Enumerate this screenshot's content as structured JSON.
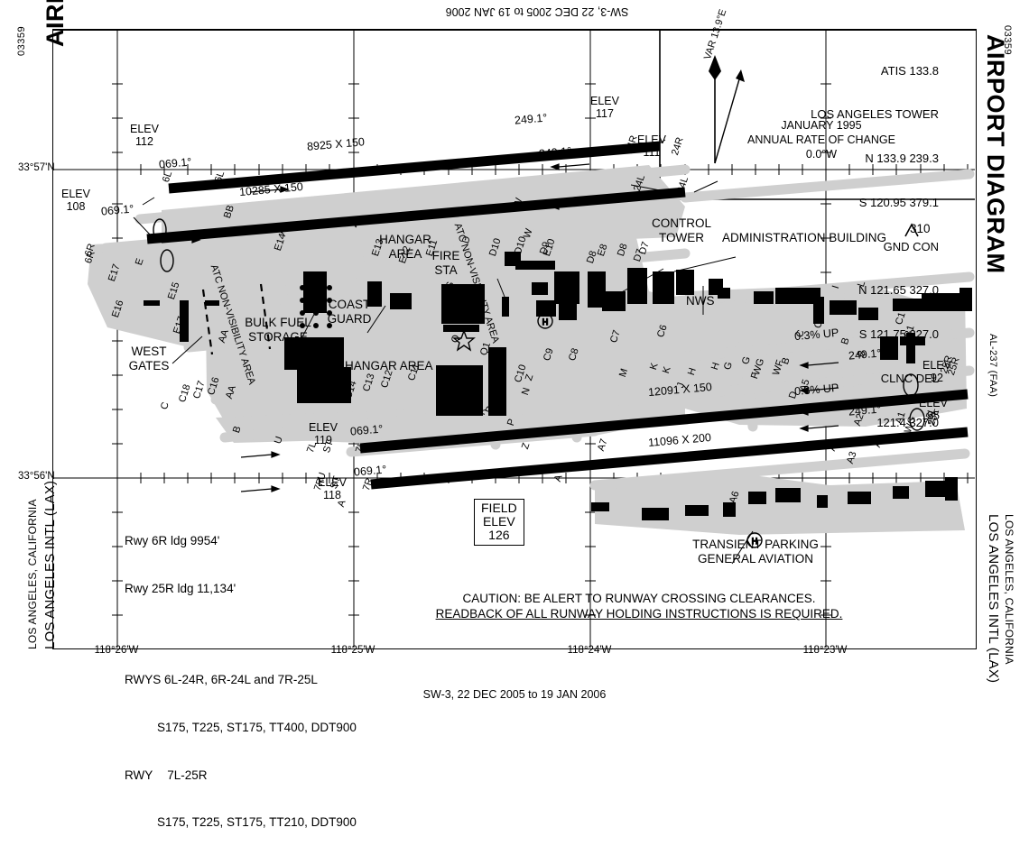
{
  "page": {
    "header_top": "SW-3, 22 DEC 2005 to 19 JAN 2006",
    "footer": "SW-3, 22 DEC 2005 to 19 JAN 2006",
    "chart_id": "03359",
    "approach_id": "AL-237 (FAA)",
    "title": "AIRPORT DIAGRAM",
    "city_state": "LOS ANGELES, CALIFORNIA",
    "airport": "LOS ANGELES INTL (LAX)"
  },
  "communications": {
    "atis_label": "ATIS 133.8",
    "tower_name": "LOS ANGELES TOWER",
    "tower_north": "N 133.9 239.3",
    "tower_south": "S 120.95 379.1",
    "gnd_con_label": "GND CON",
    "gnd_north": "N 121.65 327.0",
    "gnd_south": "S 121.75 327.0",
    "clnc_del_label": "CLNC DEL",
    "clnc_del_freq": "121.4 327.0"
  },
  "variation": {
    "var_text": "VAR 13.9°E",
    "epoch": "JANUARY 1995",
    "rate_label": "ANNUAL RATE OF CHANGE",
    "rate_value": "0.0°W"
  },
  "field": {
    "field_elev_label1": "FIELD",
    "field_elev_label2": "ELEV",
    "field_elev_value": "126",
    "control_tower_elev": "310"
  },
  "notes": {
    "ldg_6r": "Rwy 6R ldg 9954'",
    "ldg_25r": "Rwy 25R ldg 11,134'",
    "rwys_group1": "RWYS 6L-24R, 6R-24L and 7R-25L",
    "rwys_group1_strength": "S175, T225, ST175, TT400, DDT900",
    "rwy_group2_a": "RWY",
    "rwy_group2_b": "7L-25R",
    "rwys_group2_strength": "S175, T225, ST175, TT210, DDT900"
  },
  "caution": {
    "line1": "CAUTION: BE ALERT TO RUNWAY CROSSING CLEARANCES.",
    "line2": "READBACK OF ALL RUNWAY HOLDING INSTRUCTIONS IS REQUIRED."
  },
  "facilities": [
    {
      "name": "CONTROL TOWER",
      "line1": "CONTROL",
      "line2": "TOWER"
    },
    {
      "name": "ADMINISTRATION BUILDING",
      "line1": "ADMINISTRATION BUILDING",
      "line2": ""
    },
    {
      "name": "NWS",
      "line1": "NWS",
      "line2": ""
    },
    {
      "name": "BULK FUEL STORAGE",
      "line1": "BULK FUEL",
      "line2": "STORAGE"
    },
    {
      "name": "COAST GUARD",
      "line1": "COAST",
      "line2": "GUARD"
    },
    {
      "name": "HANGAR AREA",
      "line1": "HANGAR",
      "line2": "AREA"
    },
    {
      "name": "HANGAR AREA 2",
      "line1": "HANGAR AREA",
      "line2": ""
    },
    {
      "name": "FIRE STA",
      "line1": "FIRE",
      "line2": "STA"
    },
    {
      "name": "WEST GATES",
      "line1": "WEST",
      "line2": "GATES"
    },
    {
      "name": "TRANSIENT PARKING",
      "line1": "TRANSIENT PARKING",
      "line2": "GENERAL AVIATION"
    }
  ],
  "area_labels": {
    "atc_nonvis_left": "ATC NON-VISIBILITY AREA",
    "atc_nonvis_center": "ATC NON-VISIBILITY AREA"
  },
  "runways": [
    {
      "id": "6L-24R",
      "dims": "8925 X 150",
      "hdg_left": "069.1°",
      "hdg_right": "249.1°",
      "elev_left_label": "ELEV",
      "elev_left": "112",
      "elev_right_label": "ELEV",
      "elev_right": "117",
      "end_left": "6L",
      "end_right": "24R"
    },
    {
      "id": "6R-24L",
      "dims": "10285 X 150",
      "hdg_left": "069.1°",
      "hdg_right": "249.1°",
      "elev_left_label": "ELEV",
      "elev_left": "108",
      "elev_right_label": "ELEV",
      "elev_right": "111",
      "end_left": "6R",
      "end_right": "24L"
    },
    {
      "id": "7L-25R",
      "dims": "12091 X 150",
      "hdg_left": "069.1°",
      "hdg_right": "249.1°",
      "elev_left_label": "ELEV",
      "elev_left": "119",
      "elev_right_label": "ELEV",
      "elev_right": "92",
      "end_left": "7L",
      "end_right": "25R",
      "gradient": "0.3% UP"
    },
    {
      "id": "7R-25L",
      "dims": "11096 X 200",
      "hdg_left": "069.1°",
      "hdg_right": "249.1°",
      "elev_left_label": "ELEV",
      "elev_left": "118",
      "elev_right_label": "ELEV",
      "elev_right": "95",
      "end_left": "7R",
      "end_right": "25L",
      "gradient": "0.3% UP"
    }
  ],
  "graticule": {
    "lat_labels": [
      "33°57'N",
      "33°56'N"
    ],
    "lon_labels": [
      "118°26'W",
      "118°25'W",
      "118°24'W",
      "118°23'W"
    ]
  },
  "taxiways_top": [
    "6L",
    "BB",
    "AA",
    "Z",
    "Y",
    "W",
    "W",
    "E10",
    "E8",
    "D7",
    "24R",
    "24L"
  ],
  "taxiways_left": [
    "6R",
    "E17",
    "E16",
    "E15",
    "E",
    "E14",
    "AA",
    "AA",
    "C",
    "C18",
    "C17",
    "C16",
    "B",
    "U",
    "7L",
    "7R",
    "U",
    "A",
    "ST",
    "ST",
    "E17"
  ],
  "taxiways_center": [
    "E13",
    "E12",
    "E11",
    "D",
    "D10",
    "D10",
    "D9",
    "D8",
    "D8",
    "D7",
    "S",
    "Q",
    "Q1",
    "C12",
    "C13",
    "C14",
    "C15",
    "C11",
    "C10",
    "C10",
    "C9",
    "C8",
    "C7",
    "C6",
    "S",
    "T",
    "R",
    "P",
    "P",
    "P",
    "N",
    "Z",
    "Z",
    "M",
    "A",
    "A7",
    "K",
    "K",
    "J",
    "H",
    "H",
    "G",
    "G",
    "F",
    "B",
    "A5",
    "A6",
    "A3",
    "A2",
    "A2",
    "A1",
    "A1",
    "WG",
    "WG",
    "WF",
    "D"
  ],
  "taxiways_right": [
    "C2",
    "C1",
    "C",
    "B",
    "B1",
    "B",
    "25R",
    "25L",
    "I",
    "L"
  ]
}
